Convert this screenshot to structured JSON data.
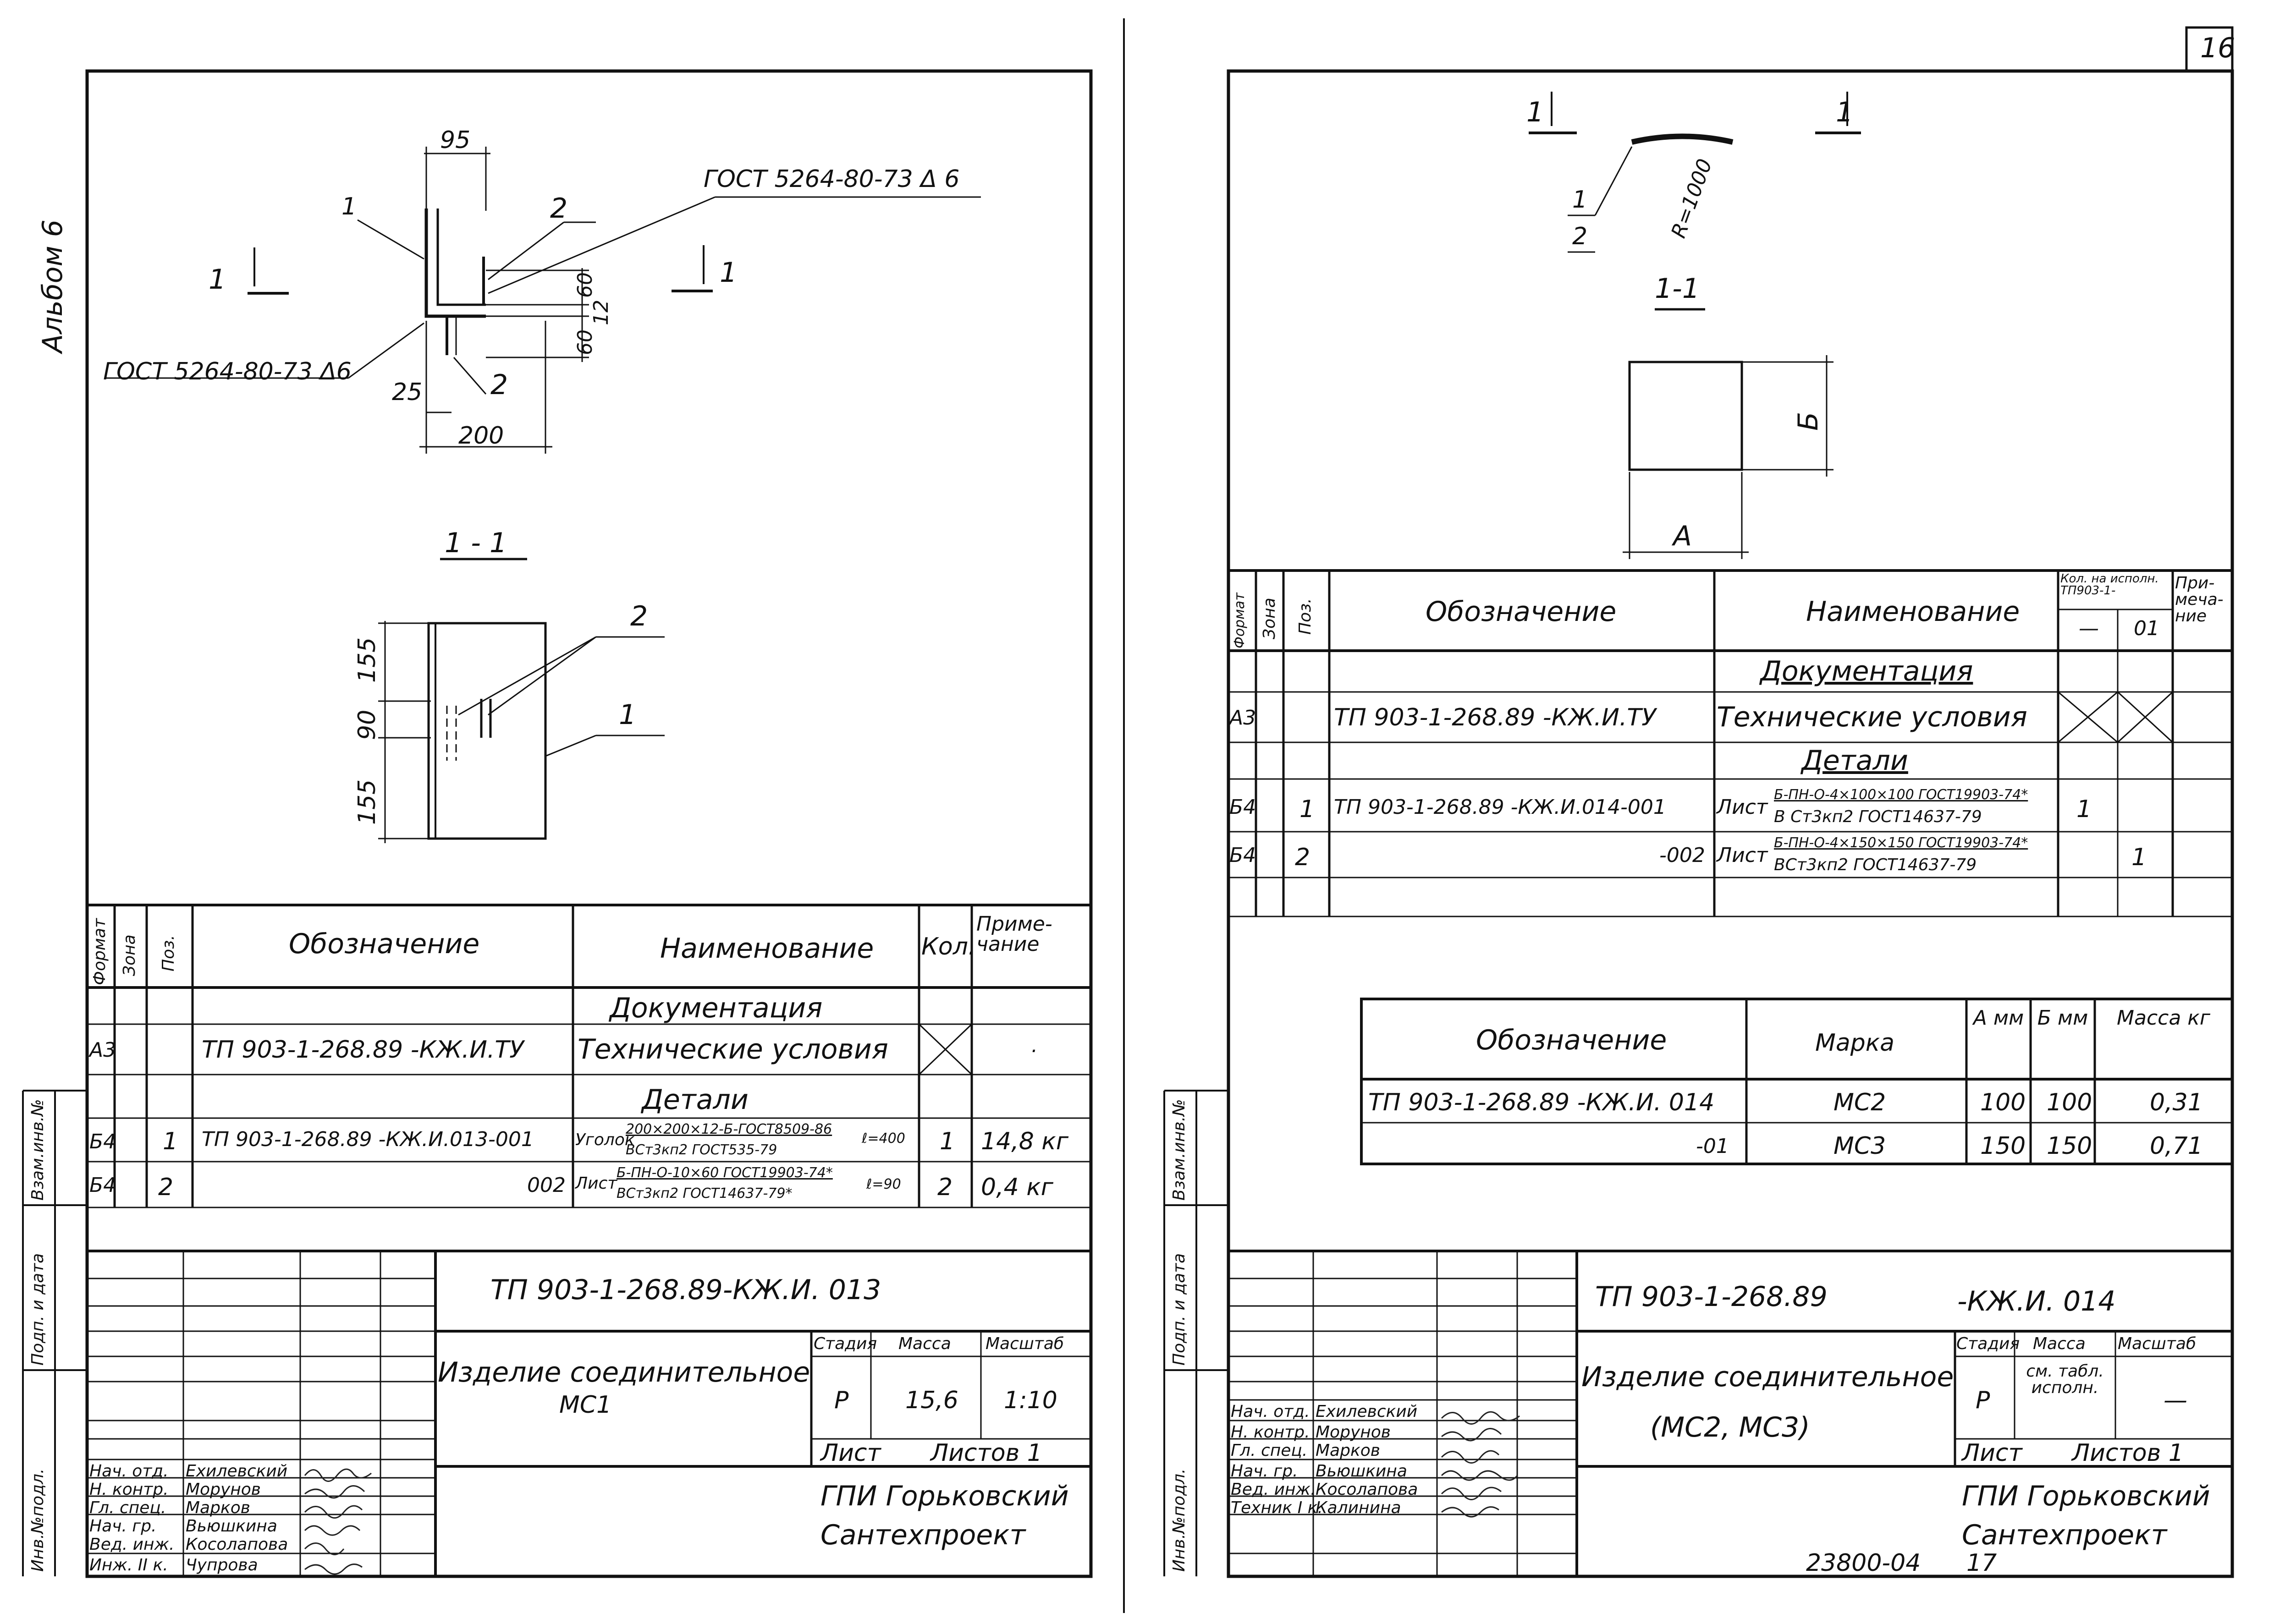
{
  "album_label": "Альбом 6",
  "sheet_number_right": "16",
  "archive_code": "23800-04",
  "archive_page": "17",
  "side_stamp": [
    "Инв.№подл.",
    "Подп. и дата",
    "Взам.инв.№"
  ],
  "left": {
    "drawing": {
      "dim_95": "95",
      "dim_60a": "60",
      "dim_60b": "60",
      "dim_12": "12",
      "dim_25": "25",
      "dim_200": "200",
      "pos1": "1",
      "pos2a": "2",
      "pos2b": "2",
      "weld_top": "ГОСТ 5264-80-73 Δ 6",
      "weld_bottom": "ГОСТ 5264-80-73 Δ6",
      "section_mark_left": "1",
      "section_mark_right": "1",
      "section_title": "1 - 1",
      "sec_dim_155a": "155",
      "sec_dim_90": "90",
      "sec_dim_155b": "155",
      "sec_pos2": "2",
      "sec_pos1": "1"
    },
    "spec": {
      "headers": {
        "format": "Формат",
        "zone": "Зона",
        "pos": "Поз.",
        "designation": "Обозначение",
        "name": "Наименование",
        "qty": "Кол.",
        "note": "Приме-чание"
      },
      "section_doc": "Документация",
      "section_details": "Детали",
      "rows": [
        {
          "format": "А3",
          "pos": "",
          "designation": "ТП 903-1-268.89 -КЖ.И.ТУ",
          "name": "Технические условия",
          "qty": "",
          "note": "."
        },
        {
          "format": "Б4",
          "pos": "1",
          "designation": "ТП 903-1-268.89 -КЖ.И.013-001",
          "name_prefix": "Уголок",
          "name_top": "200×200×12-Б-ГОСТ8509-86",
          "name_bottom": "ВСт3кп2 ГОСТ535-79",
          "name_len": "ℓ=400",
          "qty": "1",
          "note": "14,8 кг"
        },
        {
          "format": "Б4",
          "pos": "2",
          "designation": "002",
          "name_prefix": "Лист",
          "name_top": "Б-ПН-О-10×60 ГОСТ19903-74*",
          "name_bottom": "ВСт3кп2 ГОСТ14637-79*",
          "name_len": "ℓ=90",
          "qty": "2",
          "note": "0,4 кг"
        }
      ]
    },
    "title_block": {
      "code": "ТП 903-1-268.89-КЖ.И. 013",
      "title": "Изделие соединительное",
      "subtitle": "МС1",
      "stage_label": "Стадия",
      "mass_label": "Масса",
      "scale_label": "Масштаб",
      "stage": "Р",
      "mass": "15,6",
      "scale": "1:10",
      "sheet_label": "Лист",
      "sheets_label": "Листов 1",
      "org1": "ГПИ Горьковский",
      "org2": "Сантехпроект",
      "people": [
        {
          "role": "Нач. отд.",
          "name": "Ехилевский"
        },
        {
          "role": "Н. контр.",
          "name": "Морунов"
        },
        {
          "role": "Гл. спец.",
          "name": "Марков"
        },
        {
          "role": "Нач. гр.",
          "name": "Вьюшкина"
        },
        {
          "role": "Вед. инж.",
          "name": "Косолапова"
        },
        {
          "role": "Инж. II к.",
          "name": "Чупрова"
        }
      ]
    }
  },
  "right": {
    "drawing": {
      "mark_left": "1",
      "mark_right": "1",
      "radius": "R=1000",
      "callout_top": "1",
      "callout_bottom": "2",
      "section_title": "1-1",
      "dim_A": "А",
      "dim_B": "Б"
    },
    "spec": {
      "headers": {
        "format": "Формат",
        "zone": "Зона",
        "pos": "Поз.",
        "designation": "Обозначение",
        "name": "Наименование",
        "qty_top": "Кол. на исполн. ТП903-1-",
        "qty_a": "—",
        "qty_b": "01",
        "note": "При-меча-ние"
      },
      "section_doc": "Документация",
      "section_details": "Детали",
      "rows": [
        {
          "format": "А3",
          "pos": "",
          "designation": "ТП 903-1-268.89 -КЖ.И.ТУ",
          "name": "Технические условия"
        },
        {
          "format": "Б4",
          "pos": "1",
          "designation": "ТП 903-1-268.89 -КЖ.И.014-001",
          "name_prefix": "Лист",
          "name_top": "Б-ПН-О-4×100×100 ГОСТ19903-74*",
          "name_bottom": "В Ст3кп2 ГОСТ14637-79",
          "qa": "1",
          "qb": ""
        },
        {
          "format": "Б4",
          "pos": "2",
          "designation": "-002",
          "name_prefix": "Лист",
          "name_top": "Б-ПН-О-4×150×150 ГОСТ19903-74*",
          "name_bottom": "ВСт3кп2 ГОСТ14637-79",
          "qa": "",
          "qb": "1"
        }
      ]
    },
    "variants": {
      "headers": {
        "designation": "Обозначение",
        "mark": "Марка",
        "a": "А мм",
        "b": "Б мм",
        "mass": "Масса кг"
      },
      "rows": [
        {
          "designation": "ТП 903-1-268.89 -КЖ.И. 014",
          "mark": "МС2",
          "a": "100",
          "b": "100",
          "mass": "0,31"
        },
        {
          "designation": "-01",
          "mark": "МС3",
          "a": "150",
          "b": "150",
          "mass": "0,71"
        }
      ]
    },
    "title_block": {
      "code": "ТП 903-1-268.89",
      "code2": "-КЖ.И. 014",
      "title": "Изделие соединительное",
      "subtitle": "(МС2, МС3)",
      "stage_label": "Стадия",
      "mass_label": "Масса",
      "scale_label": "Масштаб",
      "stage": "Р",
      "mass": "см. табл. исполн.",
      "scale": "—",
      "sheet_label": "Лист",
      "sheets_label": "Листов 1",
      "org1": "ГПИ Горьковский",
      "org2": "Сантехпроект",
      "people": [
        {
          "role": "Нач. отд.",
          "name": "Ехилевский"
        },
        {
          "role": "Н. контр.",
          "name": "Морунов"
        },
        {
          "role": "Гл. спец.",
          "name": "Марков"
        },
        {
          "role": "Нач. гр.",
          "name": "Вьюшкина"
        },
        {
          "role": "Вед. инж.",
          "name": "Косолапова"
        },
        {
          "role": "Техник I к.",
          "name": "Калинина"
        }
      ]
    }
  }
}
